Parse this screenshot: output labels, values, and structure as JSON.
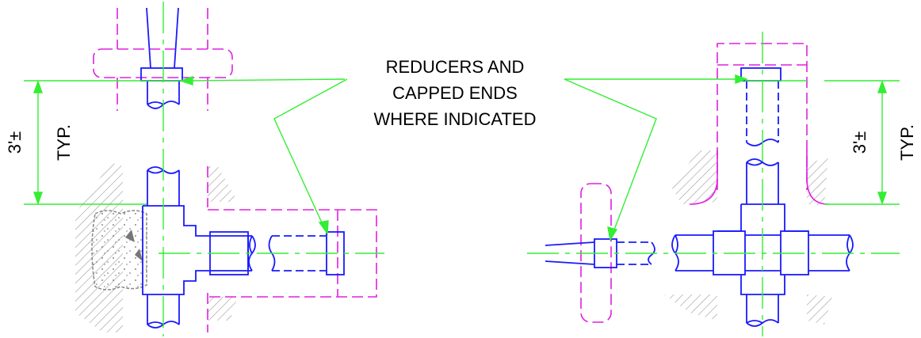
{
  "note": {
    "lines": [
      "REDUCERS AND",
      "CAPPED ENDS",
      "WHERE INDICATED"
    ]
  },
  "left_detail": {
    "dimension_value": "3'±",
    "dimension_note": "TYP."
  },
  "right_detail": {
    "dimension_value": "3'±",
    "dimension_note": "TYP."
  },
  "colors": {
    "pipe": "#1a1aff",
    "hidden": "#e020e0",
    "centerline_leader": "#33ee33",
    "ground_hatch": "#999999",
    "text": "#000000"
  }
}
